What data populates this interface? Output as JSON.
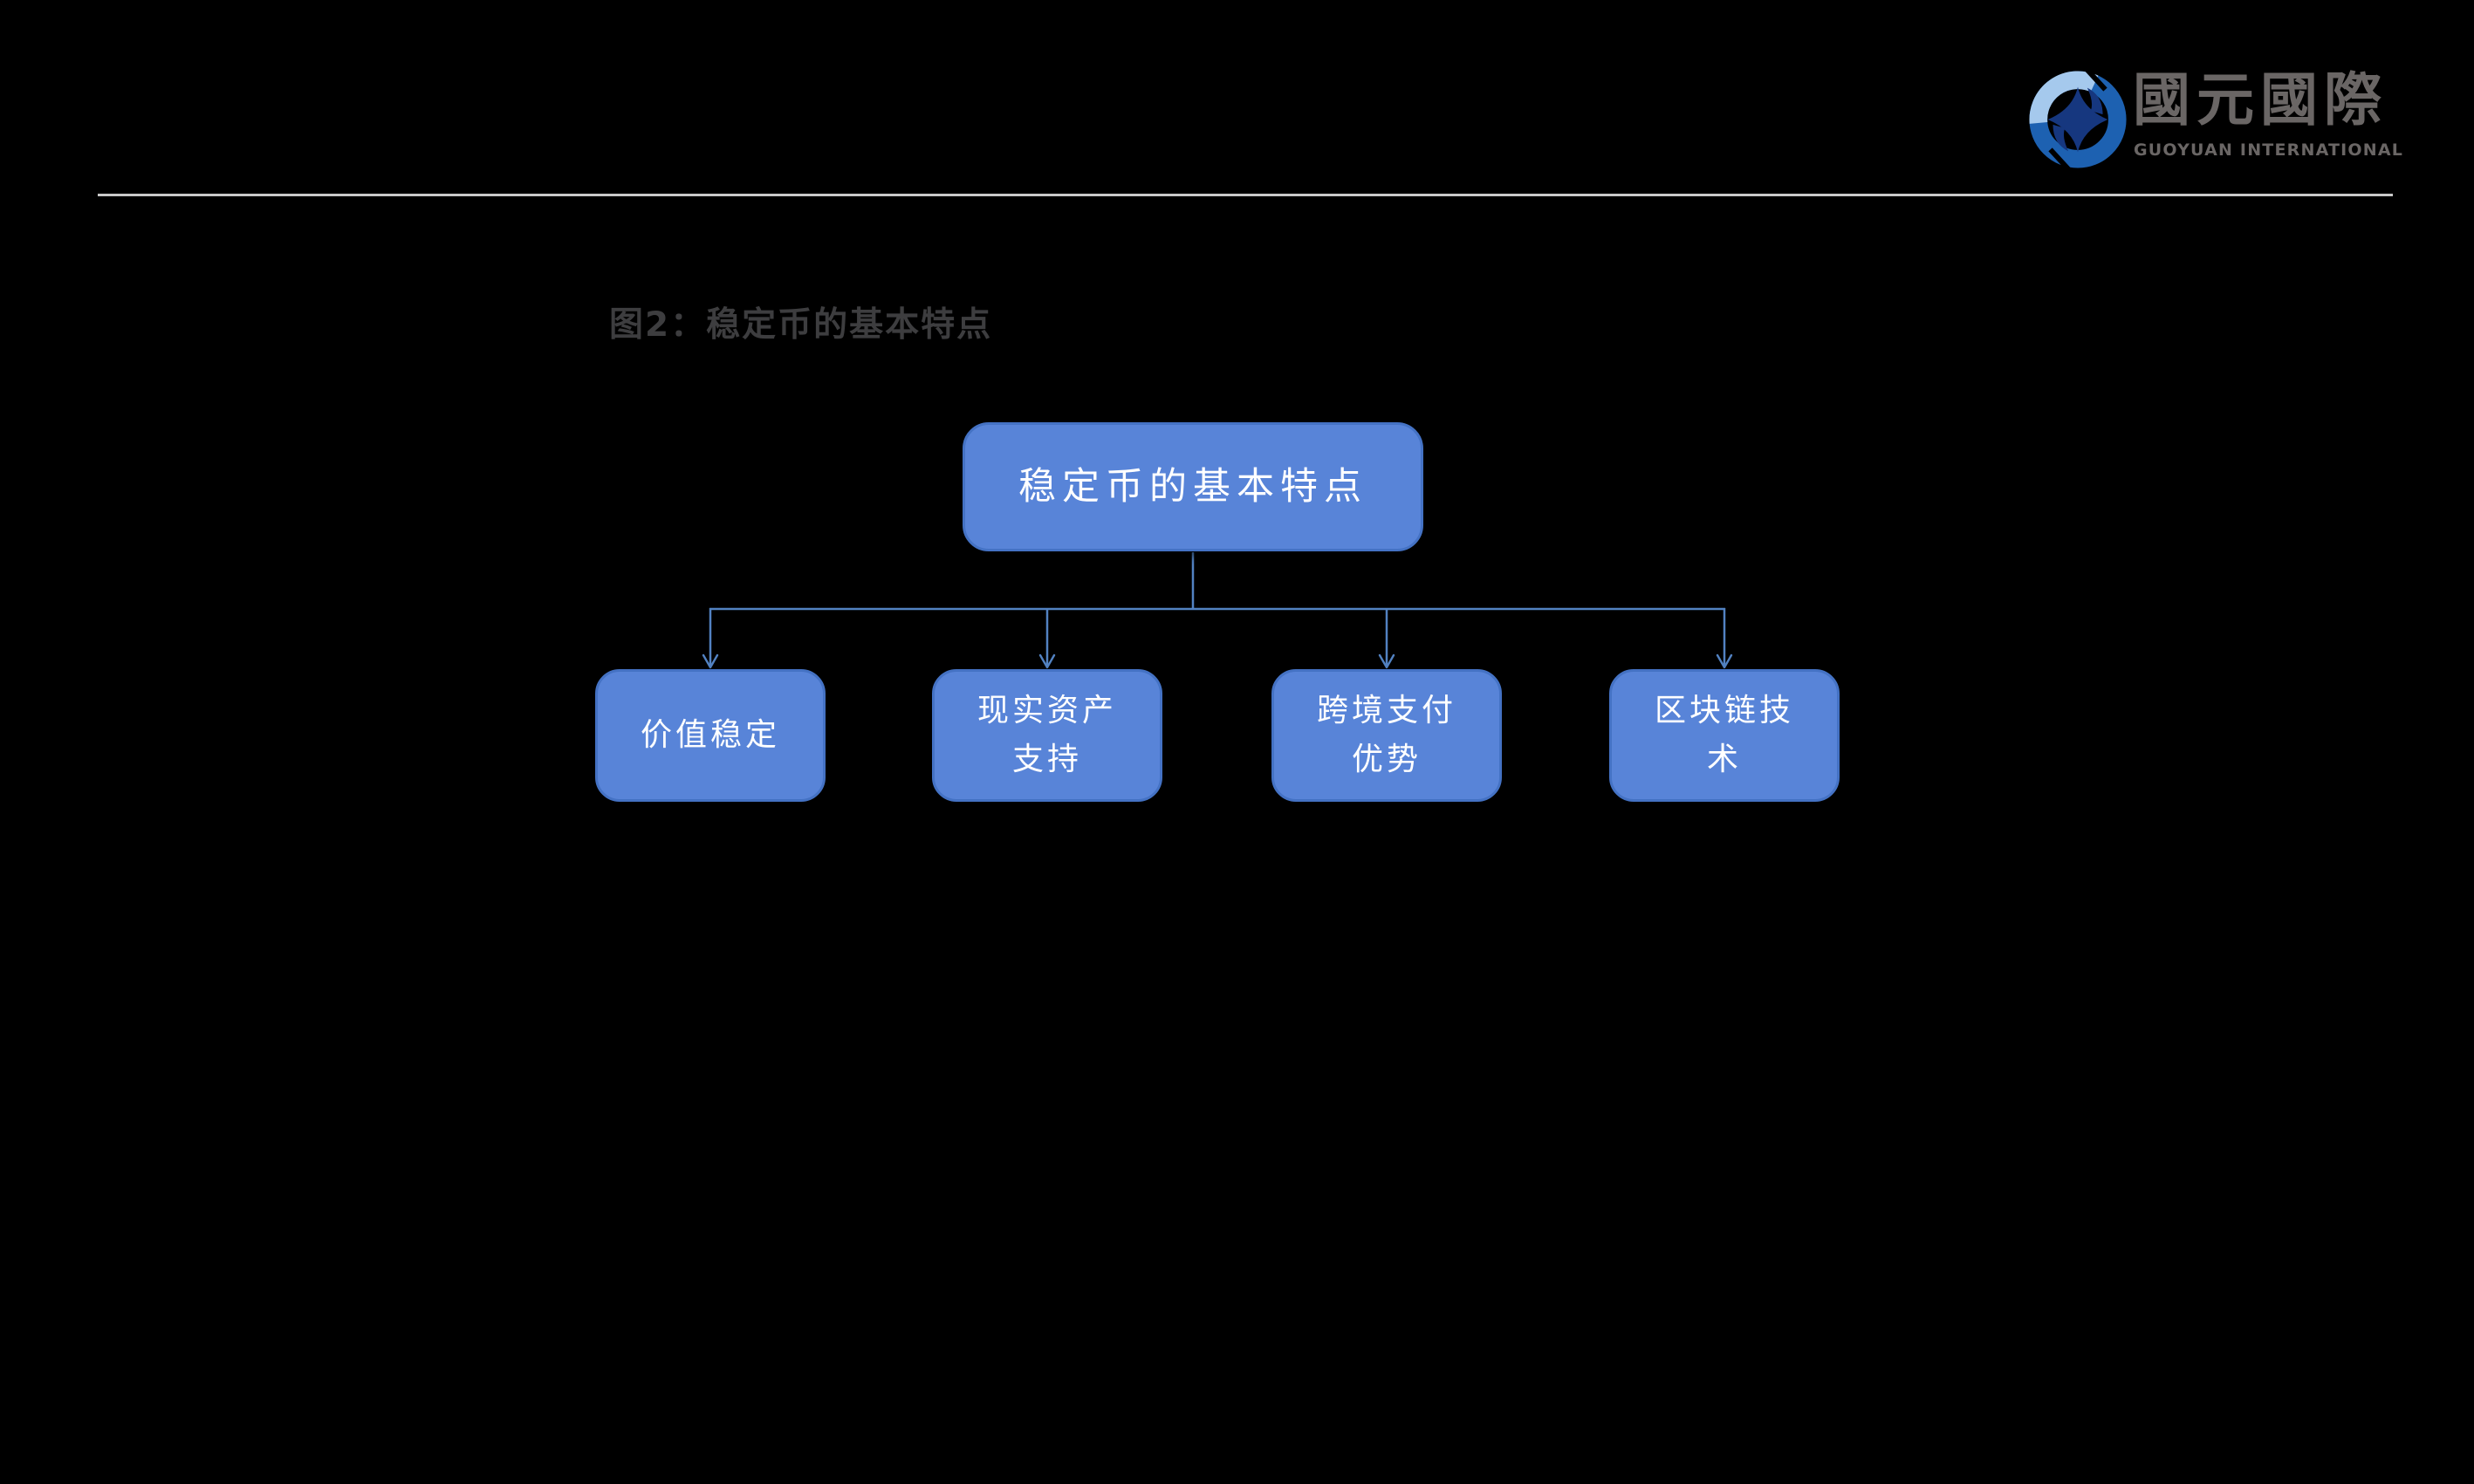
{
  "logo": {
    "name_cn": "國元國際",
    "name_en": "GUOYUAN INTERNATIONAL",
    "icon": "guoyuan-ring-icon"
  },
  "figure": {
    "title": "图2：稳定币的基本特点"
  },
  "diagram": {
    "type": "tree",
    "root": {
      "label": "稳定币的基本特点"
    },
    "children": [
      {
        "label": "价值稳定"
      },
      {
        "label": "现实资产支持"
      },
      {
        "label": "跨境支付优势"
      },
      {
        "label": "区块链技术"
      }
    ]
  },
  "colors": {
    "bg": "#000000",
    "node_fill": "#5884d8",
    "node_border": "#4472c4",
    "node_text": "#ffffff",
    "connector": "#5282c2",
    "divider": "#c9c9c9",
    "figure_title": "#3d3d3f",
    "logo_text": "#6a6665",
    "logo_ring": "#1d61b1",
    "logo_ring_light": "#a5c9ed",
    "logo_star": "#16377f"
  }
}
